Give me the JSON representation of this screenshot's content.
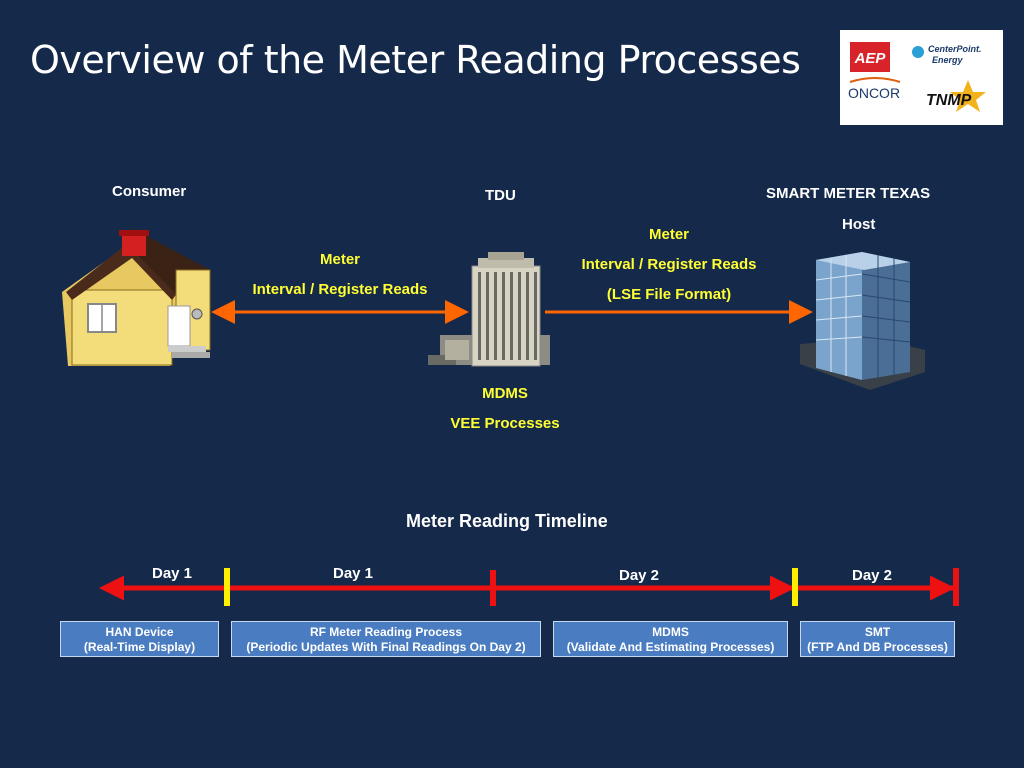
{
  "title": "Overview of the Meter Reading Processes",
  "logos": {
    "aep": "AEP",
    "centerpoint_line1": "CenterPoint.",
    "centerpoint_line2": "Energy",
    "oncor": "ONCOR",
    "tnmp": "TNMP"
  },
  "nodes": {
    "consumer": "Consumer",
    "tdu": "TDU",
    "smt_line1": "SMART METER TEXAS",
    "smt_line2": "Host"
  },
  "link1": {
    "line1": "Meter",
    "line2": "Interval / Register Reads"
  },
  "link2": {
    "line1": "Meter",
    "line2": "Interval / Register Reads",
    "line3": "(LSE File Format)"
  },
  "mdms": {
    "line1": "MDMS",
    "line2": "VEE Processes"
  },
  "timeline": {
    "title": "Meter Reading Timeline",
    "days": [
      "Day 1",
      "Day 1",
      "Day 2",
      "Day 2"
    ],
    "boxes": [
      {
        "line1": "HAN Device",
        "line2": "(Real-Time Display)"
      },
      {
        "line1": "RF Meter Reading Process",
        "line2": "(Periodic Updates With Final Readings On Day 2)"
      },
      {
        "line1": "MDMS",
        "line2": "(Validate And Estimating Processes)"
      },
      {
        "line1": "SMT",
        "line2": "(FTP And DB Processes)"
      }
    ]
  },
  "colors": {
    "background": "#15294a",
    "link_arrow": "#ff6600",
    "timeline_arrow": "#ee1111",
    "timeline_marker": "#ffee00",
    "highlight_text": "#ffff33",
    "box_fill": "#4a7cc1"
  }
}
